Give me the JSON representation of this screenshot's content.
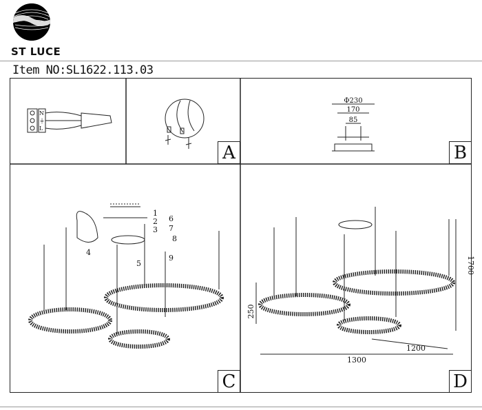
{
  "brand": {
    "name": "ST LUCE"
  },
  "document": {
    "item_number": "Item NO:SL1622.113.03"
  },
  "panels": {
    "A": {
      "label": "A"
    },
    "B": {
      "label": "B",
      "dims": [
        "Φ230",
        "170",
        "85"
      ]
    },
    "C": {
      "label": "C",
      "parts": [
        "1",
        "2",
        "3",
        "4",
        "5",
        "6",
        "7",
        "8",
        "9"
      ]
    },
    "D": {
      "label": "D",
      "dims": [
        "250",
        "1700",
        "1200",
        "1300"
      ]
    }
  },
  "wiring": {
    "terminals": [
      "N",
      "⏚",
      "L"
    ]
  }
}
